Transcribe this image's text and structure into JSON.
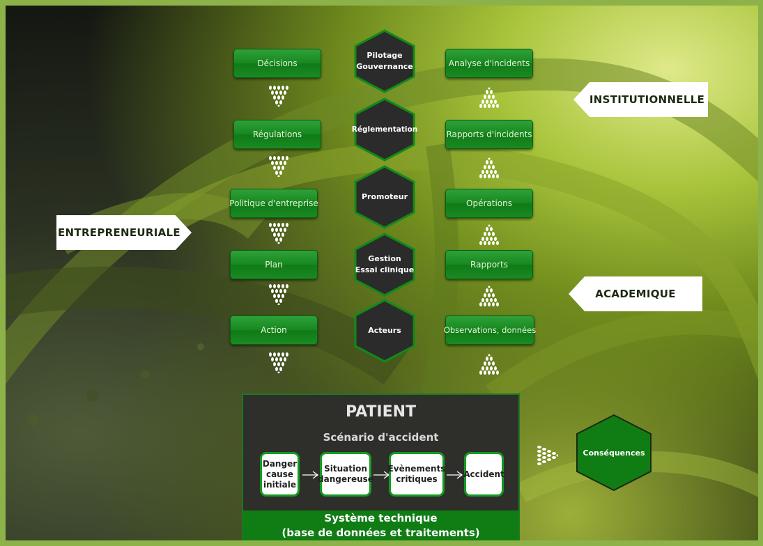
{
  "left_boxes": [
    {
      "label": "Décisions"
    },
    {
      "label": "Régulations"
    },
    {
      "label": "Politique d'entreprise"
    },
    {
      "label": "Plan"
    },
    {
      "label": "Action"
    }
  ],
  "center_hexes": [
    {
      "line1": "Pilotage",
      "line2": "Gouvernance"
    },
    {
      "line1": "Réglementation",
      "line2": ""
    },
    {
      "line1": "Promoteur",
      "line2": ""
    },
    {
      "line1": "Gestion",
      "line2": "Essai clinique"
    },
    {
      "line1": "Acteurs",
      "line2": ""
    }
  ],
  "right_boxes": [
    {
      "label": "Analyse d'incidents"
    },
    {
      "label": "Rapports d'incidents"
    },
    {
      "label": "Opérations"
    },
    {
      "label": "Rapports"
    },
    {
      "label": "Observations, données"
    }
  ],
  "banners": {
    "institutionnelle": "INSTITUTIONNELLE",
    "entrepreneuriale": "ENTREPRENEURIALE",
    "academique": "ACADEMIQUE"
  },
  "patient": {
    "title": "PATIENT",
    "scenario_title": "Scénario d'accident",
    "steps": [
      {
        "line1": "Danger",
        "line2": "cause",
        "line3": "initiale"
      },
      {
        "line1": "Situation",
        "line2": "dangereuse",
        "line3": ""
      },
      {
        "line1": "Evènements",
        "line2": "critiques",
        "line3": ""
      },
      {
        "line1": "Accident",
        "line2": "",
        "line3": ""
      }
    ],
    "system_line1": "Système technique",
    "system_line2": "(base de données et traitements)"
  },
  "consequences": "Conséquences",
  "colors": {
    "box_green": "#17881f",
    "hex_fill": "#2b2b2b",
    "hex_stroke": "#128a1a",
    "conseq_fill": "#0f7d14",
    "frame": "#8db24a"
  },
  "icons": {
    "down_arrows": "down-chevron-dots-icon",
    "up_arrows": "up-chevron-dots-icon",
    "right_arrow": "right-chevron-dots-icon"
  }
}
